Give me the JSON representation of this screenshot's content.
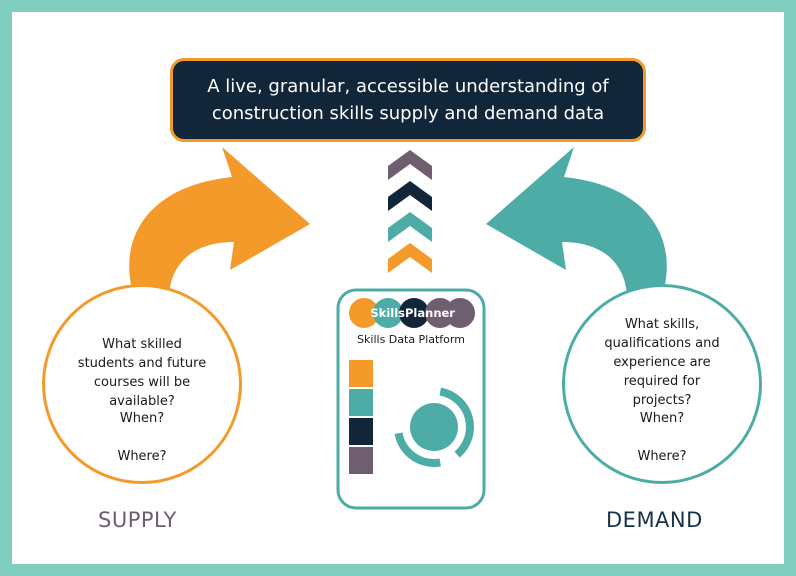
{
  "banner": {
    "line1": "A live, granular, accessible understanding of",
    "line2": "construction skills supply and demand data"
  },
  "supply": {
    "question": "What skilled students and future courses will be available?",
    "when": "When?",
    "where": "Where?",
    "label": "SUPPLY"
  },
  "demand": {
    "question": "What skills, qualifications and experience are required for projects?",
    "when": "When?",
    "where": "Where?",
    "label": "DEMAND"
  },
  "platform": {
    "logo": {
      "part1": "Skills",
      "part2": "Planner"
    },
    "subtitle": "Skills Data Platform",
    "bar_colors": [
      "#f39a2b",
      "#4dada6",
      "#12263a",
      "#6f5d70"
    ]
  },
  "colors": {
    "orange": "#f39a2b",
    "teal": "#4dada6",
    "navy": "#12263a",
    "purple": "#6f5d70",
    "frame": "#7fcdbf"
  },
  "chevron_colors": [
    "#6f5d70",
    "#12263a",
    "#4dada6",
    "#f39a2b"
  ]
}
